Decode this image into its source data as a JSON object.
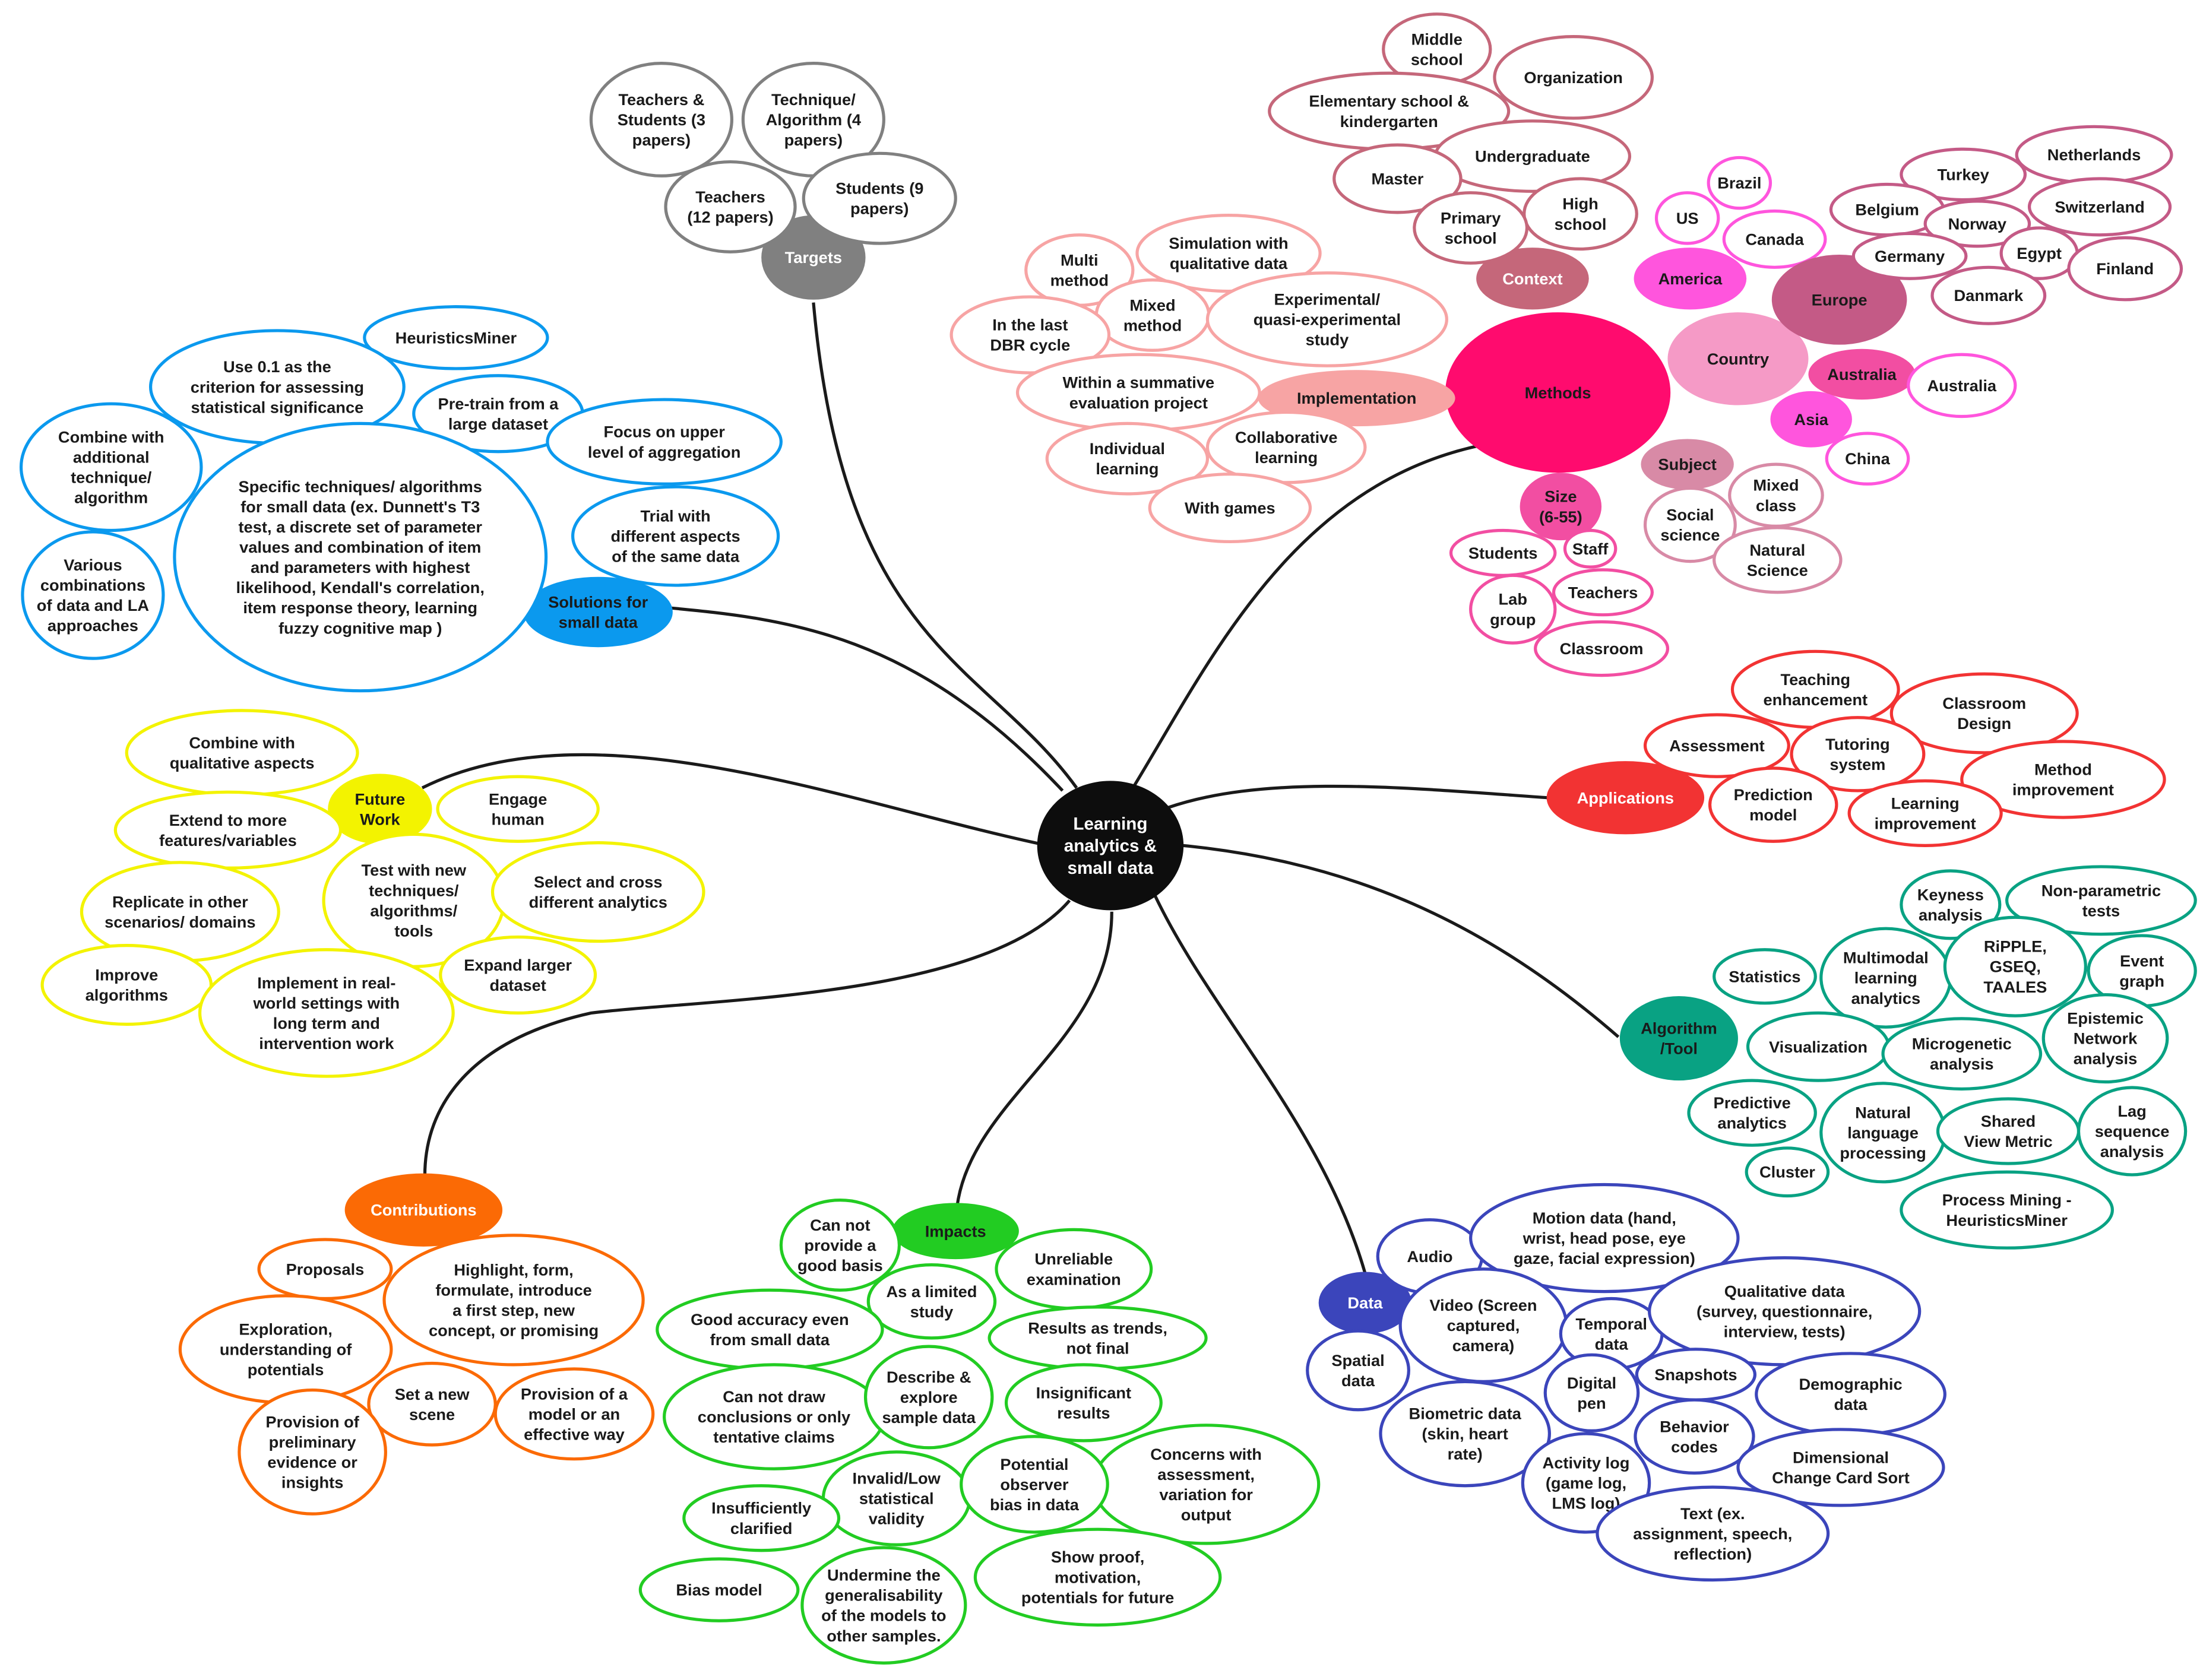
{
  "central": {
    "label": "Learning\nanalytics &\nsmall data"
  },
  "colors": {
    "connector": "#1a1a1a",
    "central": "#0d0d0d",
    "targets": "#808080",
    "context": "#c5677a",
    "methods": "#ff0b6e",
    "methods_light": "#f7a4a4",
    "country": "#ff55dd",
    "europe": "#c45a86",
    "size": "#f24ea2",
    "subject": "#d88aa6",
    "solutions": "#0b99ee",
    "future": "#f3f300",
    "contributions": "#fb6a05",
    "impacts": "#22cc22",
    "data": "#3b45bb",
    "algorithm": "#09a283",
    "applications": "#f23333"
  },
  "branches": [
    {
      "id": "targets",
      "label": "Targets",
      "items": [
        "Teachers &\nStudents (3\npapers)",
        "Technique/\nAlgorithm (4\npapers)",
        "Teachers\n(12 papers)",
        "Students (9\npapers)"
      ]
    },
    {
      "id": "methods",
      "label": "Methods",
      "groups": [
        {
          "id": "context",
          "label": "Context",
          "items": [
            "Middle\nschool",
            "Organization",
            "Elementary school &\nkindergarten",
            "Undergraduate",
            "Master",
            "High\nschool",
            "Primary\nschool"
          ]
        },
        {
          "id": "implementation",
          "label": "Implementation",
          "items": [
            "Multi\nmethod",
            "Simulation with\nqualitative data",
            "Mixed\nmethod",
            "Experimental/\nquasi-experimental\nstudy",
            "In the last\nDBR cycle",
            "Within a summative\nevaluation project",
            "Individual\nlearning",
            "Collaborative\nlearning",
            "With games"
          ]
        },
        {
          "id": "country",
          "label": "Country",
          "subgroups": [
            {
              "label": "America",
              "items": [
                "Brazil",
                "US",
                "Canada"
              ]
            },
            {
              "label": "Europe",
              "items": [
                "Netherlands",
                "Turkey",
                "Belgium",
                "Norway",
                "Switzerland",
                "Germany",
                "Egypt",
                "Danmark",
                "Finland"
              ]
            },
            {
              "label": "Australia",
              "items": [
                "Australia"
              ]
            },
            {
              "label": "Asia",
              "items": [
                "China"
              ]
            }
          ]
        },
        {
          "id": "subject",
          "label": "Subject",
          "items": [
            "Mixed\nclass",
            "Social\nscience",
            "Natural\nScience"
          ]
        },
        {
          "id": "size",
          "label": "Size\n(6-55)",
          "items": [
            "Students",
            "Staff",
            "Teachers",
            "Lab\ngroup",
            "Classroom"
          ]
        }
      ]
    },
    {
      "id": "applications",
      "label": "Applications",
      "items": [
        "Teaching\nenhancement",
        "Classroom\nDesign",
        "Assessment",
        "Tutoring\nsystem",
        "Method\nimprovement",
        "Prediction\nmodel",
        "Learning\nimprovement"
      ]
    },
    {
      "id": "algorithm",
      "label": "Algorithm\n/Tool",
      "items": [
        "Keyness\nanalysis",
        "Non-parametric\ntests",
        "Statistics",
        "Multimodal\nlearning\nanalytics",
        "RiPPLE,\nGSEQ,\nTAALES",
        "Event\ngraph",
        "Epistemic\nNetwork\nanalysis",
        "Visualization",
        "Microgenetic\nanalysis",
        "Predictive\nanalytics",
        "Natural\nlanguage\nprocessing",
        "Shared\nView Metric",
        "Lag\nsequence\nanalysis",
        "Cluster",
        "Process Mining -\nHeuristicsMiner"
      ]
    },
    {
      "id": "data",
      "label": "Data",
      "items": [
        "Audio",
        "Motion data (hand,\nwrist, head pose, eye\ngaze, facial expression)",
        "Video (Screen\ncaptured,\ncamera)",
        "Temporal\ndata",
        "Qualitative data\n(survey, questionnaire,\ninterview, tests)",
        "Spatial\ndata",
        "Snapshots",
        "Digital\npen",
        "Demographic\ndata",
        "Biometric data\n(skin, heart\nrate)",
        "Behavior\ncodes",
        "Activity log\n(game log,\nLMS log)",
        "Dimensional\nChange Card Sort",
        "Text (ex.\nassignment, speech,\nreflection)"
      ]
    },
    {
      "id": "impacts",
      "label": "Impacts",
      "items": [
        "Can not\nprovide a\ngood basis",
        "Unreliable\nexamination",
        "As a limited\nstudy",
        "Good accuracy even\nfrom small data",
        "Results as trends,\nnot final",
        "Can not draw\nconclusions or only\ntentative claims",
        "Describe &\nexplore\nsample data",
        "Insignificant\nresults",
        "Concerns with\nassessment,\nvariation for\noutput",
        "Invalid/Low\nstatistical\nvalidity",
        "Potential\nobserver\nbias in data",
        "Insufficiently\nclarified",
        "Show proof,\nmotivation,\npotentials for future",
        "Bias model",
        "Undermine the\ngeneralisability\nof the models to\nother samples."
      ]
    },
    {
      "id": "contributions",
      "label": "Contributions",
      "items": [
        "Proposals",
        "Highlight, form,\nformulate, introduce\na first step, new\nconcept, or promising",
        "Exploration,\nunderstanding of\npotentials",
        "Set a new\nscene",
        "Provision of a\nmodel or an\neffective way",
        "Provision of\npreliminary\nevidence or\ninsights"
      ]
    },
    {
      "id": "future",
      "label": "Future\nWork",
      "items": [
        "Combine with\nqualitative aspects",
        "Engage\nhuman",
        "Extend to more\nfeatures/variables",
        "Test with new\ntechniques/\nalgorithms/\ntools",
        "Select and cross\ndifferent analytics",
        "Replicate in other\nscenarios/ domains",
        "Expand larger\ndataset",
        "Improve\nalgorithms",
        "Implement in real-\nworld settings with\nlong term and\nintervention work"
      ]
    },
    {
      "id": "solutions",
      "label": "Solutions for\nsmall data",
      "items": [
        "HeuristicsMiner",
        "Use 0.1 as the\ncriterion for assessing\nstatistical significance",
        "Pre-train from a\nlarge dataset",
        "Combine with\nadditional\ntechnique/\nalgorithm",
        "Focus on upper\nlevel of aggregation",
        "Specific techniques/ algorithms\nfor small data (ex. Dunnett's T3\ntest, a discrete set of parameter\nvalues and combination of item\nand parameters with highest\nlikelihood, Kendall's correlation,\nitem response theory, learning\nfuzzy cognitive map )",
        "Trial with\ndifferent aspects\nof the same data",
        "Various\ncombinations\nof data and LA\napproaches"
      ]
    }
  ]
}
